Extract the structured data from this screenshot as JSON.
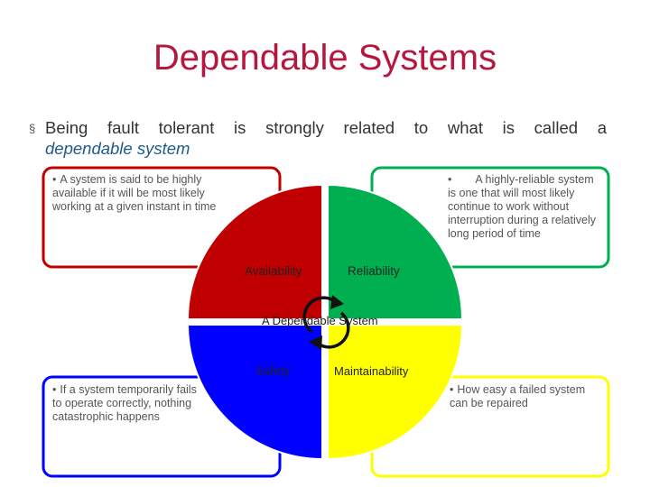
{
  "title": "Dependable Systems",
  "bullet": {
    "marker": "§",
    "text": "Being fault tolerant is strongly related to what is called a",
    "emphasis": "dependable system"
  },
  "center_label": "A Dependable System",
  "quadrants": [
    {
      "id": "availability",
      "label": "Availability",
      "color": "#c00000"
    },
    {
      "id": "reliability",
      "label": "Reliability",
      "color": "#00b050"
    },
    {
      "id": "safety",
      "label": "Safety",
      "color": "#0000ff"
    },
    {
      "id": "maintainability",
      "label": "Maintainability",
      "color": "#ffff00"
    }
  ],
  "boxes": {
    "availability": {
      "marker": "•",
      "text": "A system is said to be highly available if it will be most likely working at a given instant in time",
      "border": "#c00000"
    },
    "reliability": {
      "marker": "•",
      "text": "A highly-reliable system is one that will most likely continue to work without interruption during a relatively long period of time",
      "border": "#00b050"
    },
    "safety": {
      "marker": "•",
      "text": "If a system temporarily fails to operate correctly, nothing catastrophic happens",
      "border": "#0000ff"
    },
    "maintainability": {
      "marker": "•",
      "text": "How easy a failed system can be repaired",
      "border": "#ffff00"
    }
  }
}
